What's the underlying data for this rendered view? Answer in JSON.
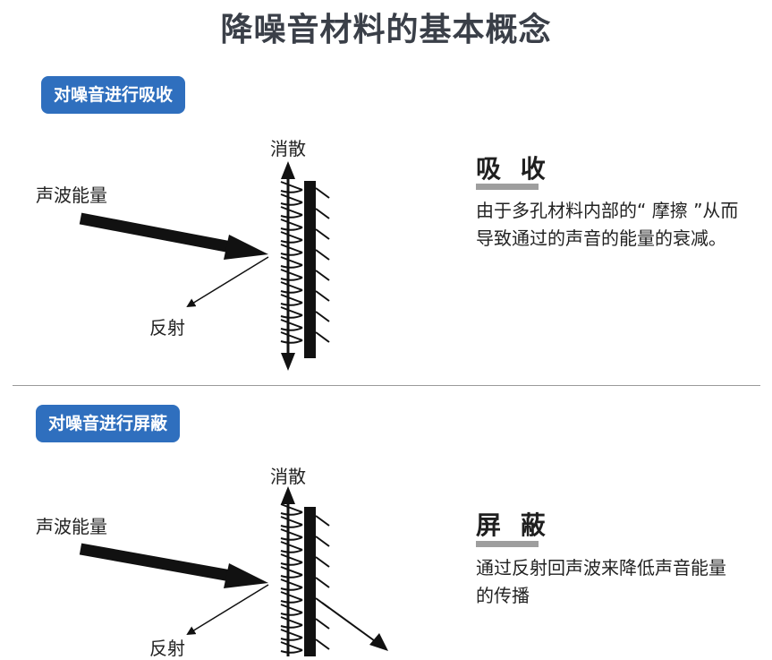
{
  "title": "降噪音材料的基本概念",
  "sections": [
    {
      "badge": "对噪音进行吸收",
      "diffuse_label": "消散",
      "wave_label": "声波能量",
      "reflect_label": "反射",
      "heading": "吸 收",
      "description": "由于多孔材料内部的“ 摩擦 ”从而导致通过的声音的能量的衰减。"
    },
    {
      "badge": "对噪音进行屏蔽",
      "diffuse_label": "消散",
      "wave_label": "声波能量",
      "reflect_label": "反射",
      "heading": "屏 蔽",
      "description": "通过反射回声波来降低声音能量的传播"
    }
  ]
}
